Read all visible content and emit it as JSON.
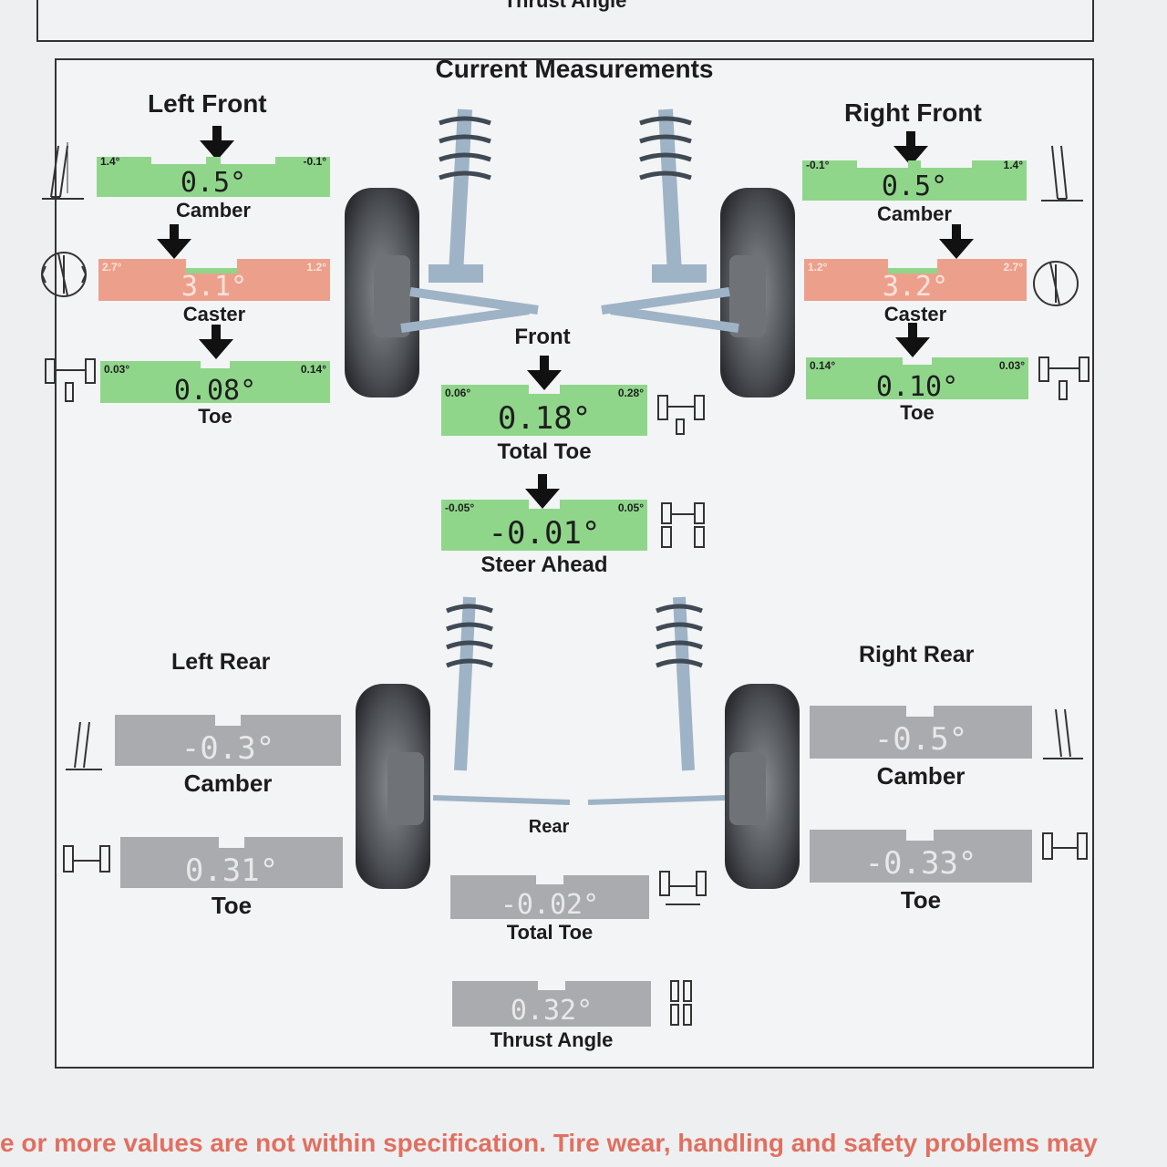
{
  "header": {
    "thrust_angle_title": "Thrust Angle"
  },
  "title": "Current Measurements",
  "sections": {
    "left_front": "Left Front",
    "right_front": "Right Front",
    "left_rear": "Left Rear",
    "right_rear": "Right Rear",
    "front": "Front",
    "rear": "Rear"
  },
  "left_front": {
    "camber": {
      "label": "Camber",
      "value": "0.5°",
      "min": "1.4°",
      "max": "-0.1°",
      "status": "in-spec"
    },
    "caster": {
      "label": "Caster",
      "value": "3.1°",
      "min": "2.7°",
      "max": "1.2°",
      "status": "out-of-spec"
    },
    "toe": {
      "label": "Toe",
      "value": "0.08°",
      "min": "0.03°",
      "max": "0.14°",
      "status": "in-spec"
    }
  },
  "right_front": {
    "camber": {
      "label": "Camber",
      "value": "0.5°",
      "min": "-0.1°",
      "max": "1.4°",
      "status": "in-spec"
    },
    "caster": {
      "label": "Caster",
      "value": "3.2°",
      "min": "1.2°",
      "max": "2.7°",
      "status": "out-of-spec"
    },
    "toe": {
      "label": "Toe",
      "value": "0.10°",
      "min": "0.14°",
      "max": "0.03°",
      "status": "in-spec"
    }
  },
  "front": {
    "total_toe": {
      "label": "Total Toe",
      "value": "0.18°",
      "min": "0.06°",
      "max": "0.28°",
      "status": "in-spec"
    },
    "steer_ahead": {
      "label": "Steer Ahead",
      "value": "-0.01°",
      "min": "-0.05°",
      "max": "0.05°",
      "status": "in-spec"
    }
  },
  "left_rear": {
    "camber": {
      "label": "Camber",
      "value": "-0.3°",
      "status": "no-spec"
    },
    "toe": {
      "label": "Toe",
      "value": "0.31°",
      "status": "no-spec"
    }
  },
  "right_rear": {
    "camber": {
      "label": "Camber",
      "value": "-0.5°",
      "status": "no-spec"
    },
    "toe": {
      "label": "Toe",
      "value": "-0.33°",
      "status": "no-spec"
    }
  },
  "rear": {
    "total_toe": {
      "label": "Total Toe",
      "value": "-0.02°",
      "status": "no-spec"
    },
    "thrust_angle": {
      "label": "Thrust Angle",
      "value": "0.32°",
      "status": "no-spec"
    }
  },
  "footer": "e or more values are not within specification.  Tire wear, handling and safety problems may",
  "colors": {
    "in_spec": "#8fd68b",
    "out_of_spec": "#eca08c",
    "no_spec": "#a9abae",
    "frame": "#333333",
    "warning_text": "#e07060"
  }
}
